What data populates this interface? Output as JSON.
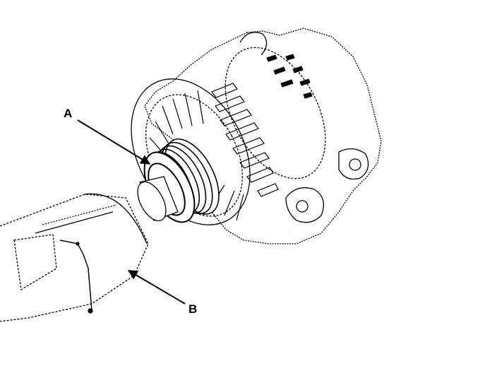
{
  "callouts": {
    "a": {
      "label": "A",
      "target": "pulley-retaining-washer"
    },
    "b": {
      "label": "B",
      "target": "tool-socket"
    }
  },
  "colors": {
    "line": "#000000",
    "background": "#ffffff"
  },
  "icons": {
    "arrow": "arrow-head",
    "alternator": "alternator-illustration",
    "tool": "socket-tool-illustration"
  }
}
